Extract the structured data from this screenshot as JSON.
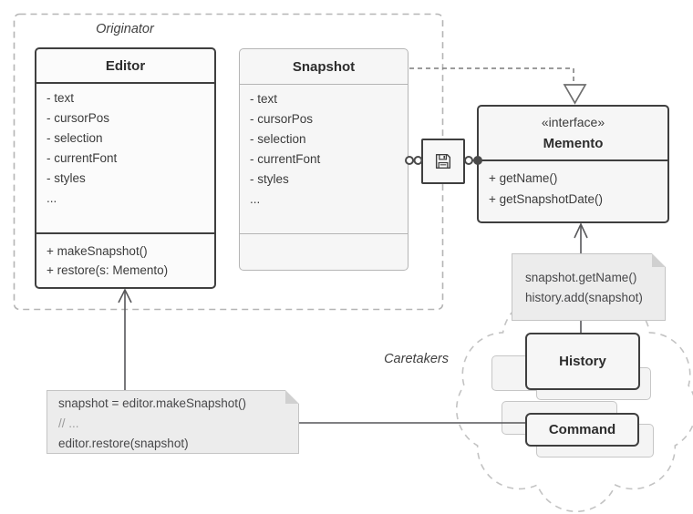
{
  "diagram": {
    "originator_label": "Originator",
    "caretakers_label": "Caretakers",
    "editor": {
      "title": "Editor",
      "attributes": [
        "- text",
        "- cursorPos",
        "- selection",
        "- currentFont",
        "- styles",
        "..."
      ],
      "methods": [
        "+ makeSnapshot()",
        "+ restore(s: Memento)"
      ]
    },
    "snapshot": {
      "title": "Snapshot",
      "attributes": [
        "- text",
        "- cursorPos",
        "- selection",
        "- currentFont",
        "- styles",
        "..."
      ]
    },
    "memento": {
      "stereotype": "«interface»",
      "title": "Memento",
      "methods": [
        "+ getName()",
        "+ getSnapshotDate()"
      ]
    },
    "history": {
      "title": "History"
    },
    "command": {
      "title": "Command"
    },
    "caretaker_note": {
      "line1": "snapshot.getName()",
      "line2": "history.add(snapshot)"
    },
    "client_note": {
      "line1": "snapshot = editor.makeSnapshot()",
      "line2": "// ...",
      "line3": "editor.restore(snapshot)"
    },
    "icons": {
      "memento_box": "floppy-disk-icon"
    },
    "colors": {
      "dark_border": "#3f3f3f",
      "light_border": "#b5b5b5",
      "box_fill": "#f6f6f6",
      "stacked_fill": "#f4f4f4",
      "note_fill": "#ececec",
      "line": "#57575a",
      "dashed_gray": "#b9b9b9",
      "text": "#3b3b3b"
    }
  }
}
